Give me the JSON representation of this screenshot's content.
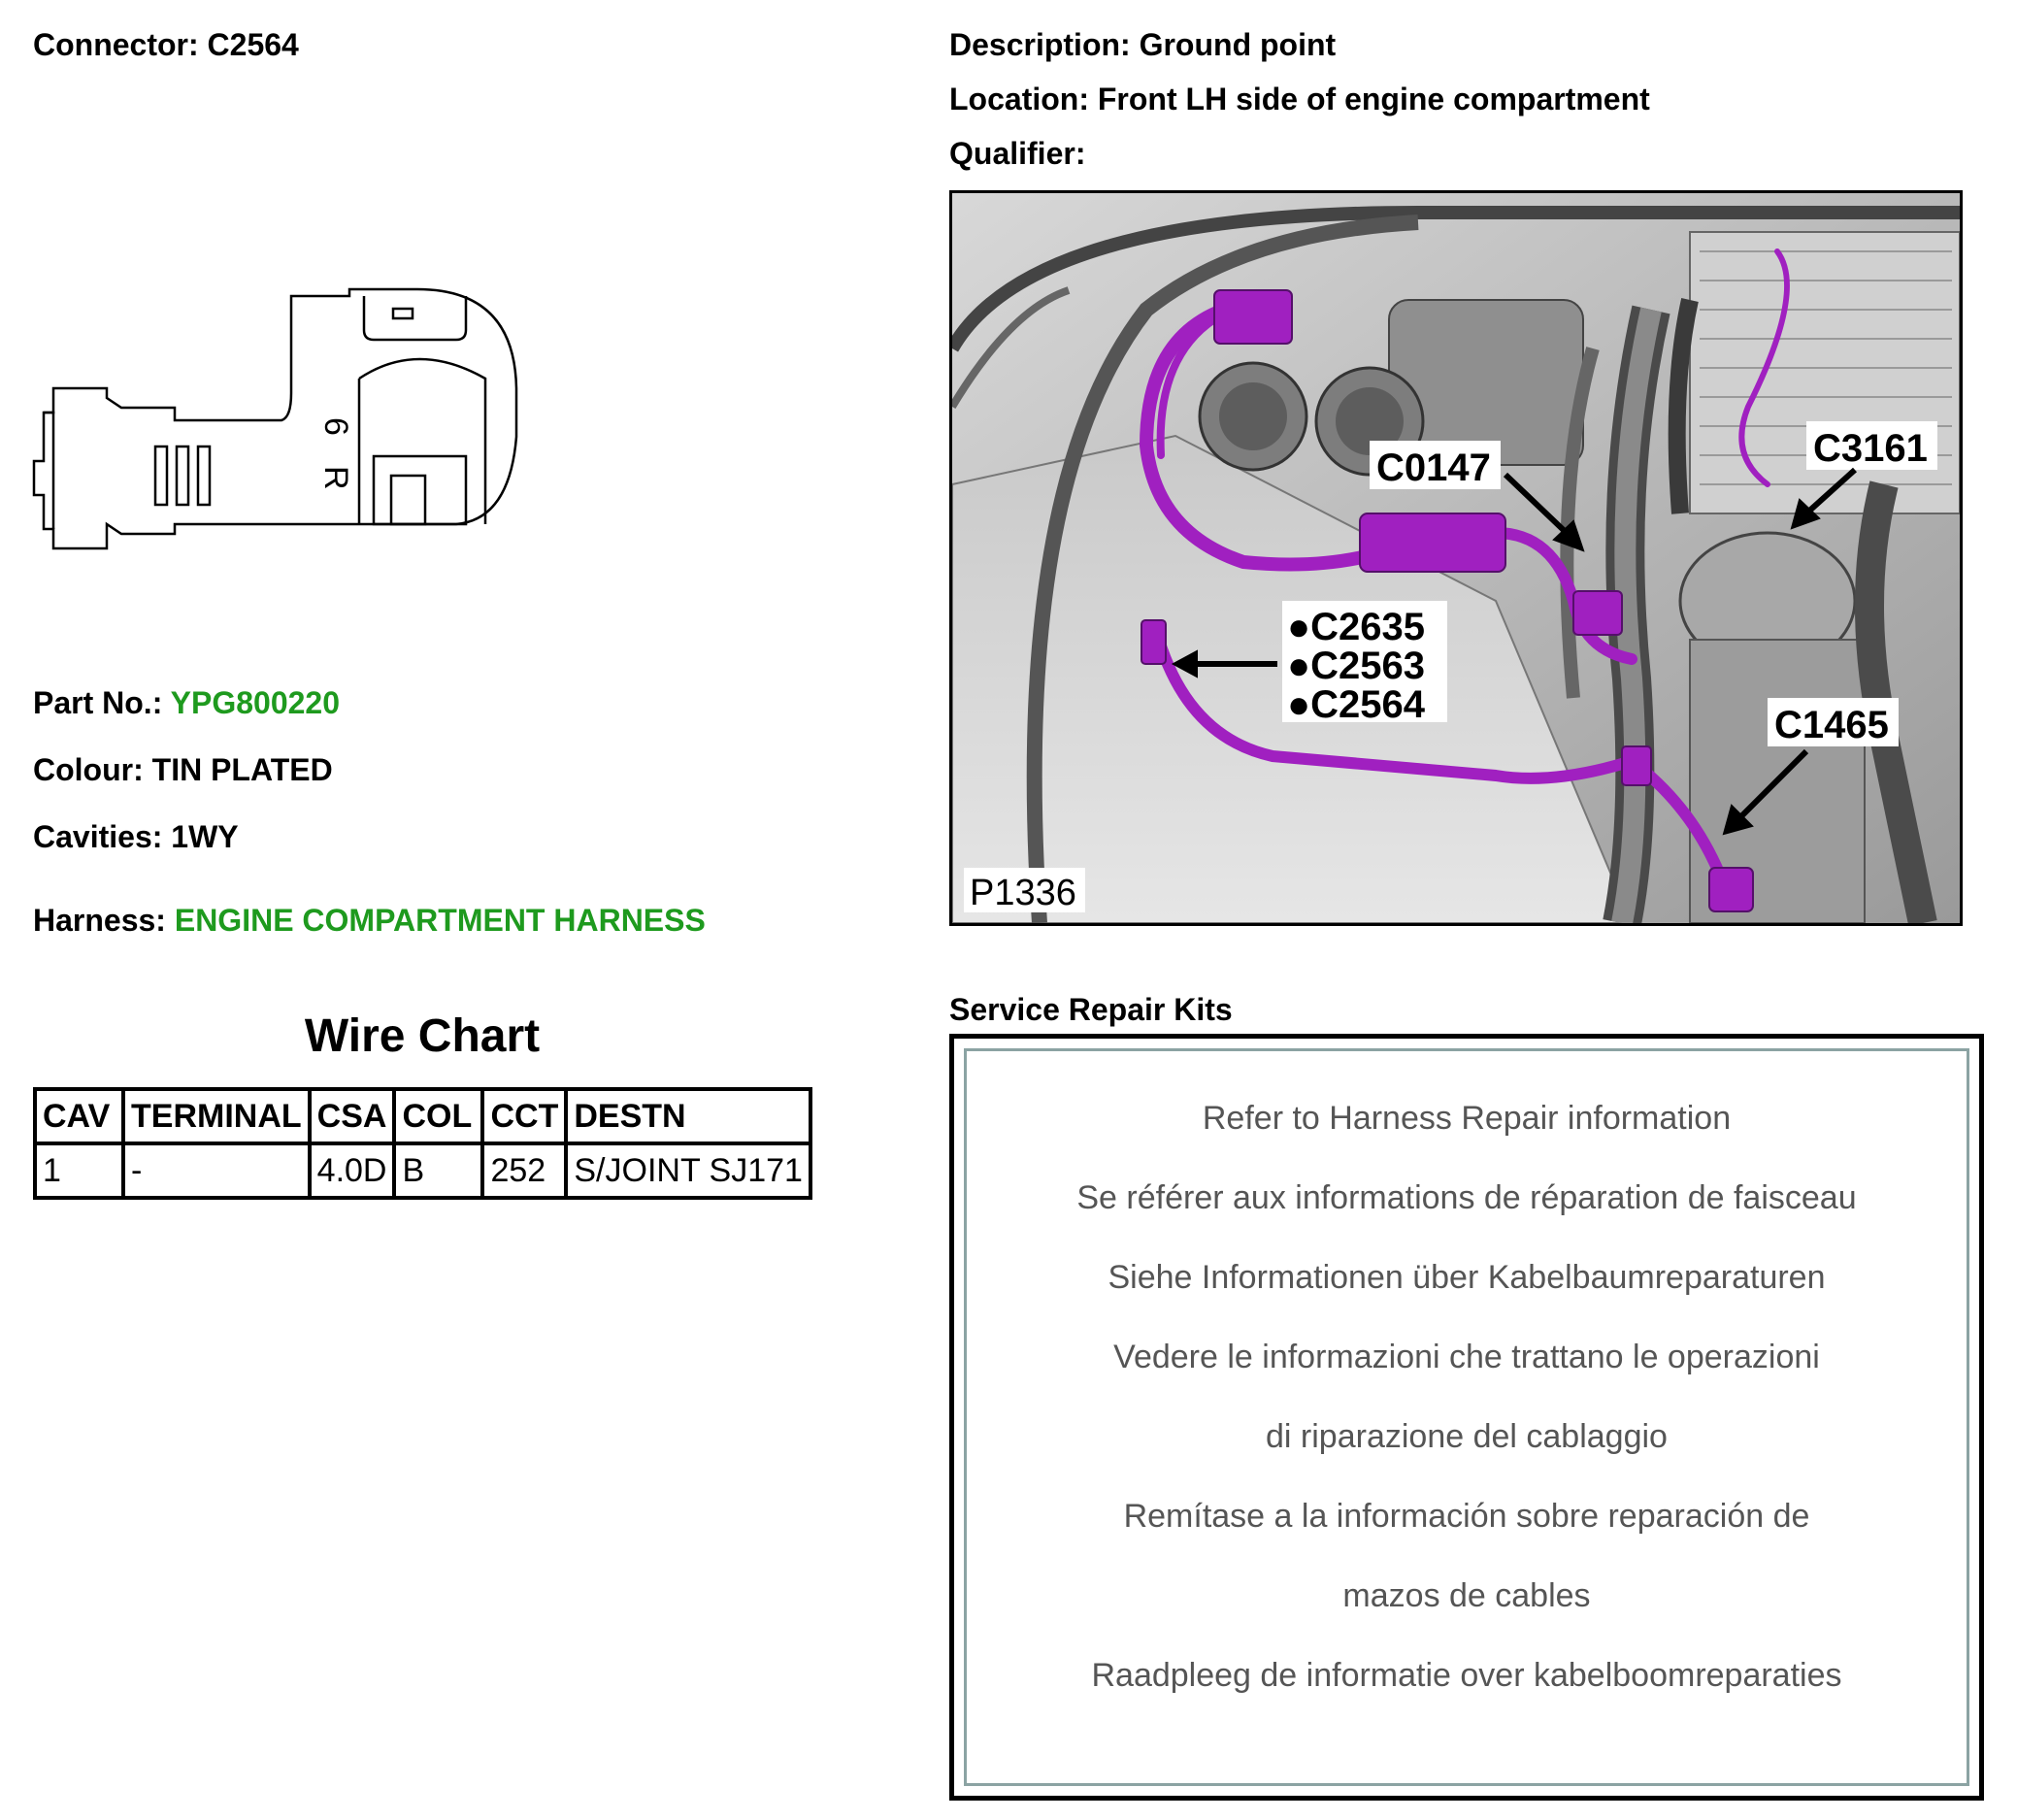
{
  "connector": {
    "label": "Connector:",
    "value": "C2564"
  },
  "description": {
    "label": "Description:",
    "value": "Ground point"
  },
  "location": {
    "label": "Location:",
    "value": "Front LH side of engine compartment"
  },
  "qualifier": {
    "label": "Qualifier:",
    "value": ""
  },
  "part_no": {
    "label": "Part No.:",
    "value": "YPG800220"
  },
  "colour": {
    "label": "Colour:",
    "value": "TIN PLATED"
  },
  "cavities": {
    "label": "Cavities:",
    "value": "1WY"
  },
  "harness": {
    "label": "Harness:",
    "value": "ENGINE COMPARTMENT HARNESS"
  },
  "connector_drawing": {
    "marking_1": "6",
    "marking_2": "R"
  },
  "wire_chart": {
    "title": "Wire Chart",
    "headers": [
      "CAV",
      "TERMINAL",
      "CSA",
      "COL",
      "CCT",
      "DESTN"
    ],
    "rows": [
      [
        "1",
        "-",
        "4.0D",
        "B",
        "252",
        "S/JOINT SJ171"
      ]
    ]
  },
  "photo": {
    "labels": {
      "c0147": "C0147",
      "c3161": "C3161",
      "c2635": "●C2635",
      "c2563": "●C2563",
      "c2564": "●C2564",
      "c1465": "C1465"
    },
    "figure_id": "P1336",
    "highlight_color": "#a020c0"
  },
  "service_repair_kits": {
    "title": "Service Repair Kits",
    "lines": [
      "Refer to Harness Repair information",
      "Se référer aux informations de réparation de faisceau",
      "Siehe Informationen über Kabelbaumreparaturen",
      "Vedere le informazioni che trattano le operazioni",
      "di riparazione del cablaggio",
      "Remítase a la información sobre reparación de",
      "mazos de cables",
      "Raadpleeg de informatie over kabelboomreparaties"
    ]
  }
}
